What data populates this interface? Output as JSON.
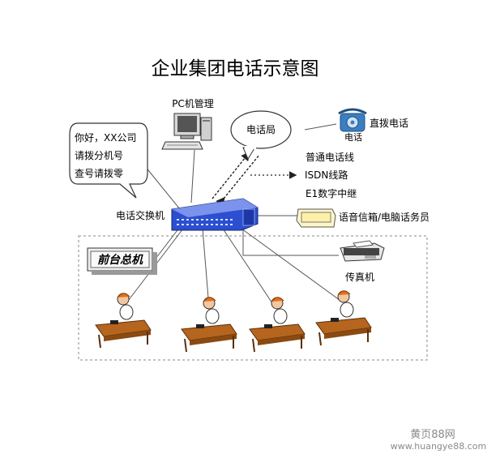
{
  "title": "企业集团电话示意图",
  "labels": {
    "pc_management": "PC机管理",
    "telecom_bureau": "电话局",
    "direct_dial": "直拨电话",
    "phone_icon_text": "电话",
    "exchange": "电话交换机",
    "voicemail": "语音信箱/电脑话务员",
    "fax": "传真机",
    "reception": "前台总机"
  },
  "greeting_bubble": {
    "line1": "你好，XX公司",
    "line2": "请拨分机号",
    "line3": "查号请拨零"
  },
  "legend": [
    {
      "label": "普通电话线",
      "style": "solid"
    },
    {
      "label": "ISDN线路",
      "style": "dashed"
    },
    {
      "label": "E1数字中继",
      "style": "double"
    }
  ],
  "operators": [
    {
      "id": "operator-1"
    },
    {
      "id": "operator-2"
    },
    {
      "id": "operator-3"
    },
    {
      "id": "operator-4"
    }
  ],
  "watermark": {
    "name": "黄页88网",
    "url": "www.huangye88.com"
  },
  "colors": {
    "switch_blue": "#2b4fd0",
    "desk": "#b5651d",
    "operator_hair": "#e07020",
    "phone_blue": "#3a7fc0",
    "line": "#555555"
  }
}
